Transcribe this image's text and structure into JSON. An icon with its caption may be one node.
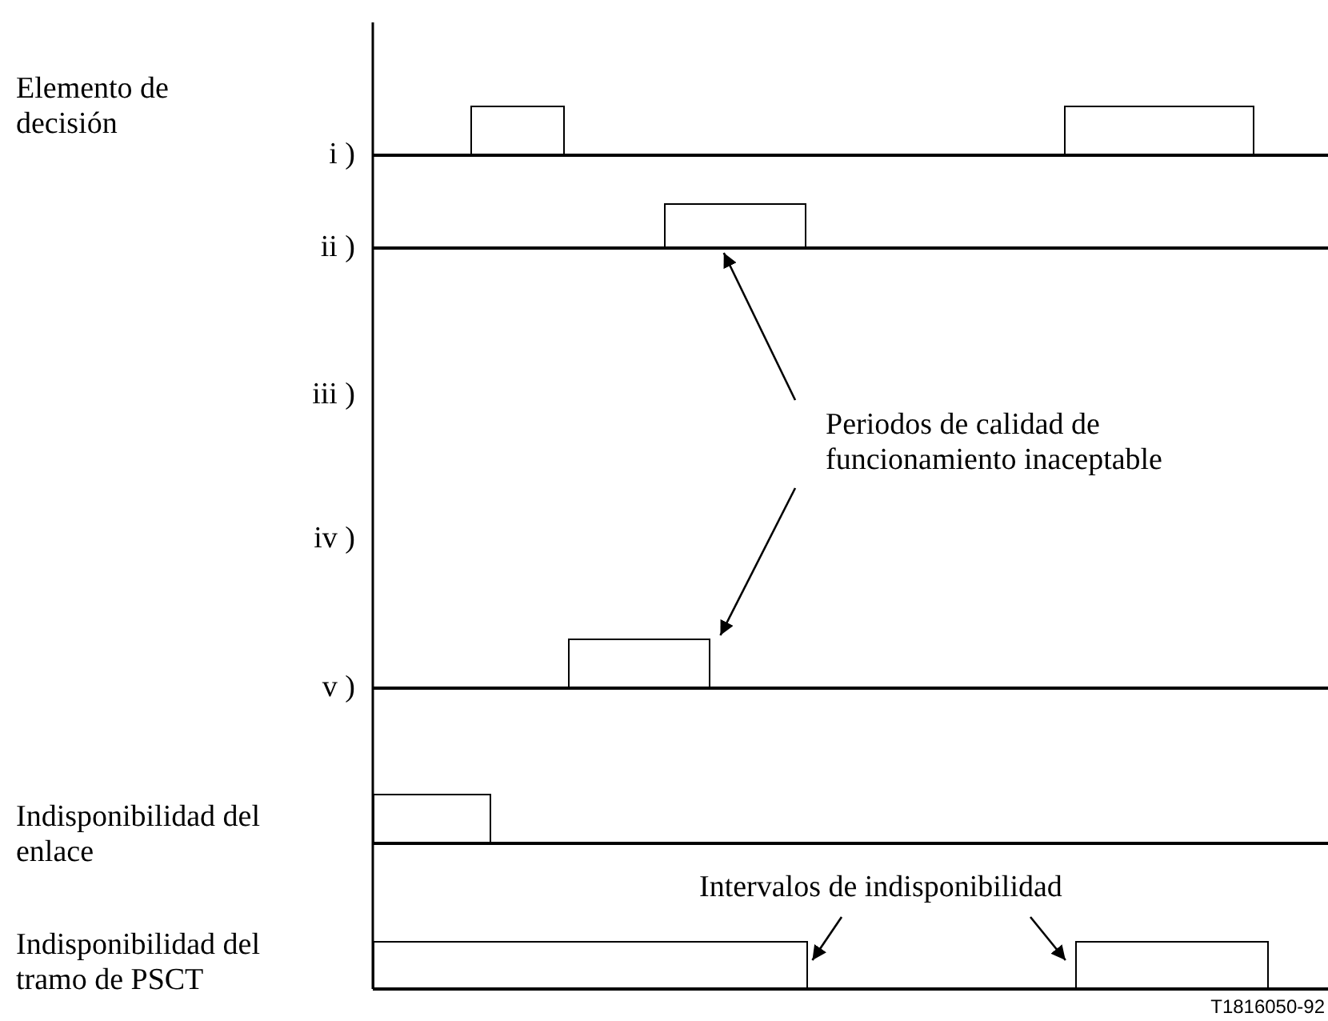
{
  "diagram": {
    "nodes": [
      {
        "text": [],
        "shape": "box"
      },
      {
        "text": [],
        "shape": "box"
      },
      {
        "text": [],
        "shape": "box"
      },
      {
        "text": [
          "Periodos de calidad de funcionamiento inaceptable"
        ]
      },
      {
        "text": [],
        "shape": "box"
      },
      {
        "text": [],
        "shape": "box"
      },
      {
        "text": [
          "Intervalos de indisponibilidad"
        ]
      },
      {
        "text": [],
        "shape": "box"
      },
      {
        "text": [],
        "shape": "box"
      }
    ],
    "edges": [
      {
        "from": 3,
        "to": 2,
        "arrow": "to"
      },
      {
        "from": 3,
        "to": 4,
        "arrow": "to"
      },
      {
        "from": 6,
        "to": 7,
        "arrow": "to"
      },
      {
        "from": 6,
        "to": 8,
        "arrow": "to"
      }
    ],
    "labels": [
      "Elemento de decisión",
      "i )",
      "ii )",
      "iii )",
      "iv )",
      "v )",
      "Indisponibilidad del enlace",
      "Indisponibilidad del tramo de PSCT",
      "T1816050-92"
    ]
  }
}
